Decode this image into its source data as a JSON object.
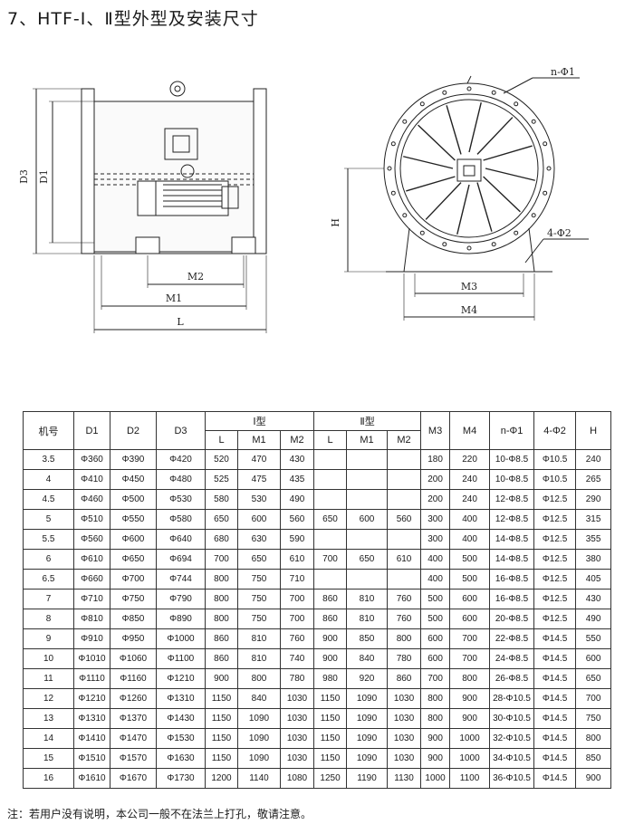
{
  "page": {
    "title": "7、HTF-Ⅰ、Ⅱ型外型及安装尺寸",
    "note": "注：若用户没有说明，本公司一般不在法兰上打孔，敬请注意。"
  },
  "figure_labels": {
    "side": {
      "d3": "D3",
      "d1": "D1",
      "m2": "M2",
      "m1": "M1",
      "l": "L"
    },
    "front": {
      "n_phi1": "n-Φ1",
      "four_phi2": "4-Φ2",
      "h": "H",
      "m3": "M3",
      "m4": "M4"
    }
  },
  "table": {
    "headers": {
      "model": "机号",
      "d1": "D1",
      "d2": "D2",
      "d3": "D3",
      "type1": "Ⅰ型",
      "type2": "Ⅱ型",
      "l": "L",
      "m1": "M1",
      "m2": "M2",
      "m3": "M3",
      "m4": "M4",
      "n_phi1": "n-Φ1",
      "four_phi2": "4-Φ2",
      "h": "H"
    },
    "rows": [
      [
        "3.5",
        "Φ360",
        "Φ390",
        "Φ420",
        "520",
        "470",
        "430",
        "",
        "",
        "",
        "180",
        "220",
        "10-Φ8.5",
        "Φ10.5",
        "240"
      ],
      [
        "4",
        "Φ410",
        "Φ450",
        "Φ480",
        "525",
        "475",
        "435",
        "",
        "",
        "",
        "200",
        "240",
        "10-Φ8.5",
        "Φ10.5",
        "265"
      ],
      [
        "4.5",
        "Φ460",
        "Φ500",
        "Φ530",
        "580",
        "530",
        "490",
        "",
        "",
        "",
        "200",
        "240",
        "12-Φ8.5",
        "Φ12.5",
        "290"
      ],
      [
        "5",
        "Φ510",
        "Φ550",
        "Φ580",
        "650",
        "600",
        "560",
        "650",
        "600",
        "560",
        "300",
        "400",
        "12-Φ8.5",
        "Φ12.5",
        "315"
      ],
      [
        "5.5",
        "Φ560",
        "Φ600",
        "Φ640",
        "680",
        "630",
        "590",
        "",
        "",
        "",
        "300",
        "400",
        "14-Φ8.5",
        "Φ12.5",
        "355"
      ],
      [
        "6",
        "Φ610",
        "Φ650",
        "Φ694",
        "700",
        "650",
        "610",
        "700",
        "650",
        "610",
        "400",
        "500",
        "14-Φ8.5",
        "Φ12.5",
        "380"
      ],
      [
        "6.5",
        "Φ660",
        "Φ700",
        "Φ744",
        "800",
        "750",
        "710",
        "",
        "",
        "",
        "400",
        "500",
        "16-Φ8.5",
        "Φ12.5",
        "405"
      ],
      [
        "7",
        "Φ710",
        "Φ750",
        "Φ790",
        "800",
        "750",
        "700",
        "860",
        "810",
        "760",
        "500",
        "600",
        "16-Φ8.5",
        "Φ12.5",
        "430"
      ],
      [
        "8",
        "Φ810",
        "Φ850",
        "Φ890",
        "800",
        "750",
        "700",
        "860",
        "810",
        "760",
        "500",
        "600",
        "20-Φ8.5",
        "Φ12.5",
        "490"
      ],
      [
        "9",
        "Φ910",
        "Φ950",
        "Φ1000",
        "860",
        "810",
        "760",
        "900",
        "850",
        "800",
        "600",
        "700",
        "22-Φ8.5",
        "Φ14.5",
        "550"
      ],
      [
        "10",
        "Φ1010",
        "Φ1060",
        "Φ1100",
        "860",
        "810",
        "740",
        "900",
        "840",
        "780",
        "600",
        "700",
        "24-Φ8.5",
        "Φ14.5",
        "600"
      ],
      [
        "11",
        "Φ1110",
        "Φ1160",
        "Φ1210",
        "900",
        "800",
        "780",
        "980",
        "920",
        "860",
        "700",
        "800",
        "26-Φ8.5",
        "Φ14.5",
        "650"
      ],
      [
        "12",
        "Φ1210",
        "Φ1260",
        "Φ1310",
        "1150",
        "840",
        "1030",
        "1150",
        "1090",
        "1030",
        "800",
        "900",
        "28-Φ10.5",
        "Φ14.5",
        "700"
      ],
      [
        "13",
        "Φ1310",
        "Φ1370",
        "Φ1430",
        "1150",
        "1090",
        "1030",
        "1150",
        "1090",
        "1030",
        "800",
        "900",
        "30-Φ10.5",
        "Φ14.5",
        "750"
      ],
      [
        "14",
        "Φ1410",
        "Φ1470",
        "Φ1530",
        "1150",
        "1090",
        "1030",
        "1150",
        "1090",
        "1030",
        "900",
        "1000",
        "32-Φ10.5",
        "Φ14.5",
        "800"
      ],
      [
        "15",
        "Φ1510",
        "Φ1570",
        "Φ1630",
        "1150",
        "1090",
        "1030",
        "1150",
        "1090",
        "1030",
        "900",
        "1000",
        "34-Φ10.5",
        "Φ14.5",
        "850"
      ],
      [
        "16",
        "Φ1610",
        "Φ1670",
        "Φ1730",
        "1200",
        "1140",
        "1080",
        "1250",
        "1190",
        "1130",
        "1000",
        "1100",
        "36-Φ10.5",
        "Φ14.5",
        "900"
      ]
    ]
  }
}
